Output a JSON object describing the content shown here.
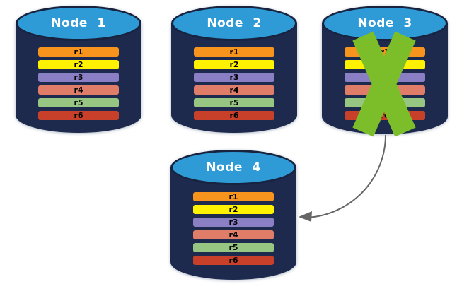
{
  "nodes": [
    {
      "label": "Node 1"
    },
    {
      "label": "Node 2"
    },
    {
      "label": "Node 3"
    },
    {
      "label": "Node 4"
    }
  ],
  "replicas": [
    "r1",
    "r2",
    "r3",
    "r4",
    "r5",
    "r6"
  ],
  "replica_colors": {
    "r1": "#F7941D",
    "r2": "#FFF200",
    "r3": "#8A7EC5",
    "r4": "#E07D68",
    "r5": "#96C681",
    "r6": "#C8402A"
  },
  "colors": {
    "cylinder_body": "#1E2A4D",
    "cylinder_top": "#2E9BD6",
    "failure_x": "#7CBE2A",
    "arrow": "#666666"
  },
  "failure": {
    "node": "Node 3"
  },
  "arrow": {
    "from": "Node 3",
    "to": "Node 4"
  }
}
